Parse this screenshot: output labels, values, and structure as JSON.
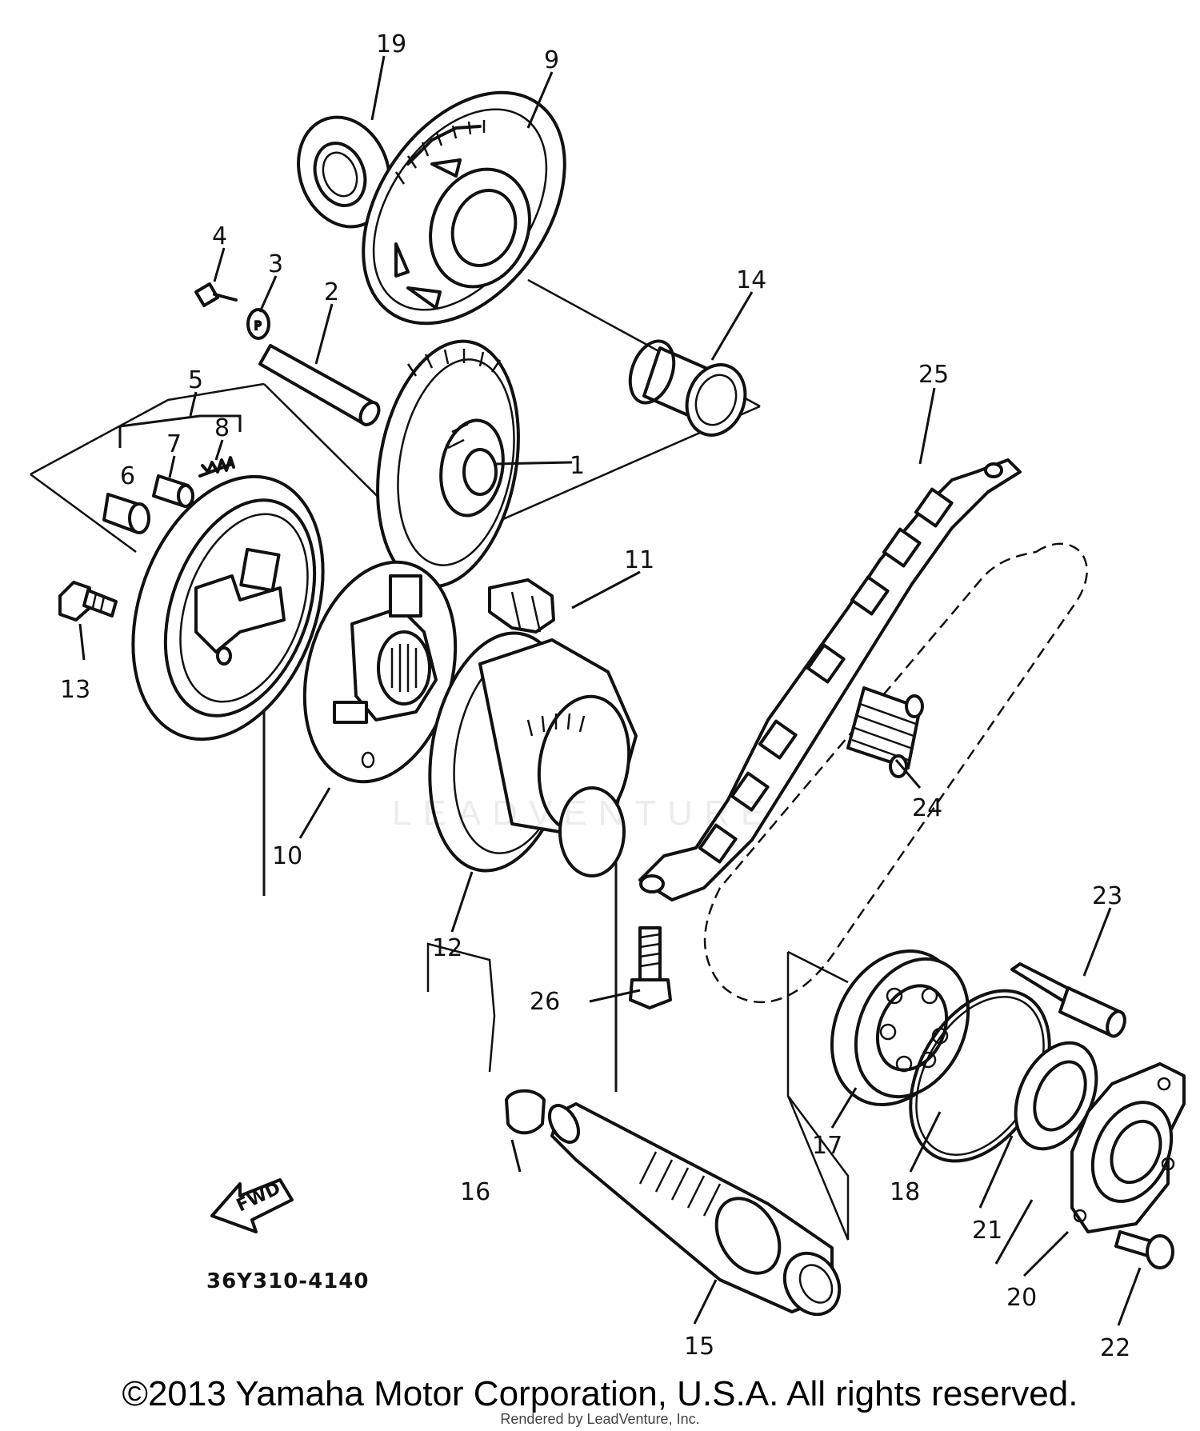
{
  "diagram": {
    "part_number": "36Y310-4140",
    "forward_indicator": "FWD",
    "callouts": {
      "c1": "1",
      "c2": "2",
      "c3": "3",
      "c4": "4",
      "c5": "5",
      "c6": "6",
      "c7": "7",
      "c8": "8",
      "c9": "9",
      "c10": "10",
      "c11": "11",
      "c12": "12",
      "c13": "13",
      "c14": "14",
      "c15": "15",
      "c16": "16",
      "c17": "17",
      "c18": "18",
      "c19": "19",
      "c20": "20",
      "c21": "21",
      "c22": "22",
      "c23": "23",
      "c24": "24",
      "c25": "25",
      "c26": "26"
    }
  },
  "watermark": "LEADVENTURE",
  "footer": {
    "copyright": "©2013 Yamaha Motor Corporation, U.S.A. All rights reserved.",
    "rendered_by": "Rendered by LeadVenture, Inc."
  }
}
